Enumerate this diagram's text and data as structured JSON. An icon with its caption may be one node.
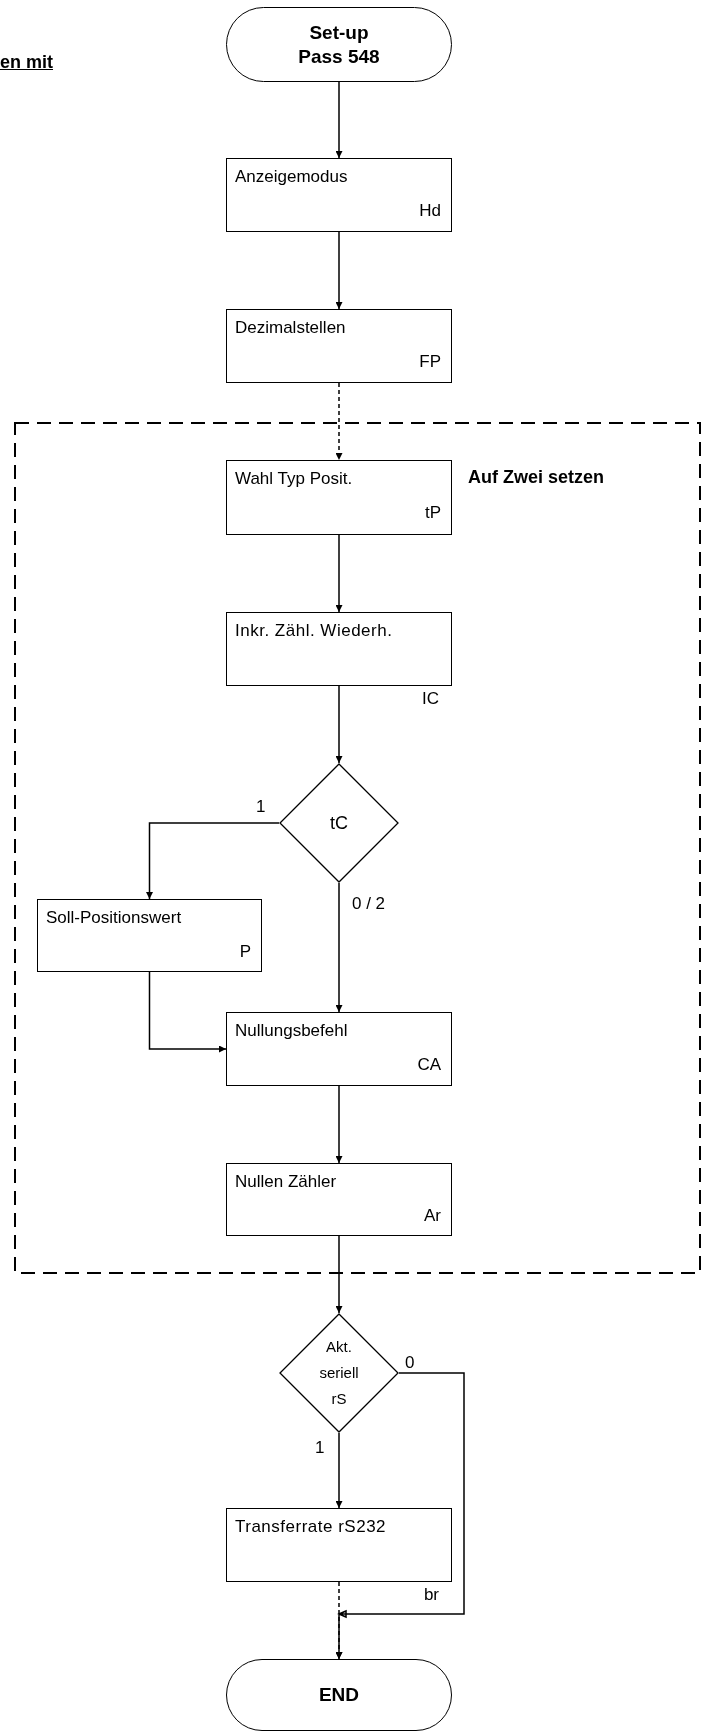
{
  "diagram": {
    "nodes": [
      {
        "text": [
          "Set-up Pass 548"
        ]
      },
      {
        "text": [
          "Anzeigemodus",
          "Hd"
        ]
      },
      {
        "text": [
          "Dezimalstellen",
          "FP"
        ]
      },
      {
        "text": [
          "Auf Zwei setzen"
        ]
      },
      {
        "text": [
          "Wahl Typ Posit.",
          "tP"
        ],
        "in": 3
      },
      {
        "text": [
          "Inkr. Zähl. Wiederh."
        ],
        "beside": [
          "IC"
        ],
        "in": 3
      },
      {
        "text": [
          "tC"
        ],
        "in": 3
      },
      {
        "text": [
          "Soll-Positionswert",
          "P"
        ],
        "in": 3
      },
      {
        "text": [
          "Nullungsbefehl",
          "CA"
        ],
        "in": 3
      },
      {
        "text": [
          "Nullen Zähler",
          "Ar"
        ],
        "in": 3
      },
      {
        "text": [
          "Akt. seriell rS"
        ]
      },
      {
        "text": [
          "Transferrate rS232"
        ],
        "beside": [
          "br"
        ]
      },
      {
        "text": [
          "END"
        ]
      }
    ],
    "edges": [
      {
        "from": 0,
        "to": 1,
        "arrow": "to"
      },
      {
        "from": 1,
        "to": 2,
        "arrow": "to"
      },
      {
        "from": 2,
        "to": 4,
        "arrow": "to",
        "style": "dashed"
      },
      {
        "from": 4,
        "to": 5,
        "arrow": "to"
      },
      {
        "from": 5,
        "to": 6,
        "arrow": "to"
      },
      {
        "from": 6,
        "to": 7,
        "arrow": "to",
        "label": "1"
      },
      {
        "from": 6,
        "to": 8,
        "arrow": "to",
        "label": "0 / 2"
      },
      {
        "from": 7,
        "to": 8,
        "arrow": "to"
      },
      {
        "from": 8,
        "to": 9,
        "arrow": "to"
      },
      {
        "from": 9,
        "to": 10,
        "arrow": "to"
      },
      {
        "from": 10,
        "to": 11,
        "arrow": "to",
        "label": "1"
      },
      {
        "from": 11,
        "to": 12,
        "arrow": "to",
        "style": "dashed"
      },
      {
        "from": 10,
        "to": 12,
        "arrow": "to",
        "label": "0"
      }
    ],
    "labels": [
      "en mit"
    ]
  }
}
